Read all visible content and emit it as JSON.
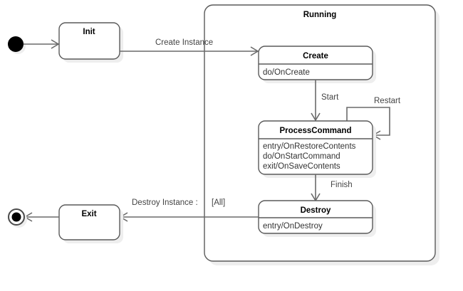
{
  "diagram": {
    "type": "uml-state-machine",
    "title": "Running",
    "background_color": "#ffffff",
    "line_color": "#6a6a6a",
    "box_stroke_color": "#5a5a5a",
    "shadow_color": "#eeeeee"
  },
  "composite_state": {
    "name": "Running"
  },
  "states": {
    "init": {
      "name": "Init",
      "compartments": []
    },
    "create": {
      "name": "Create",
      "compartments": [
        "do/OnCreate"
      ]
    },
    "process_command": {
      "name": "ProcessCommand",
      "compartments": [
        "entry/OnRestoreContents",
        "do/OnStartCommand",
        "exit/OnSaveContents"
      ]
    },
    "destroy": {
      "name": "Destroy",
      "compartments": [
        "entry/OnDestroy"
      ]
    },
    "exit": {
      "name": "Exit",
      "compartments": []
    }
  },
  "pseudostates": {
    "initial": {
      "name": "initial-state"
    },
    "final": {
      "name": "final-state"
    }
  },
  "transitions": [
    {
      "id": "t-start-init",
      "label": "",
      "from": "initial",
      "to": "init"
    },
    {
      "id": "t-create-instance",
      "label": "Create Instance",
      "from": "init",
      "to": "create"
    },
    {
      "id": "t-start",
      "label": "Start",
      "from": "create",
      "to": "process_command"
    },
    {
      "id": "t-restart",
      "label": "Restart",
      "from": "process_command",
      "to": "process_command"
    },
    {
      "id": "t-finish",
      "label": "Finish",
      "from": "process_command",
      "to": "destroy"
    },
    {
      "id": "t-destroy-instance",
      "label": "Destroy Instance :",
      "label_suffix": "[All]",
      "from": "destroy",
      "to": "exit"
    },
    {
      "id": "t-exit-final",
      "label": "",
      "from": "exit",
      "to": "final"
    }
  ]
}
